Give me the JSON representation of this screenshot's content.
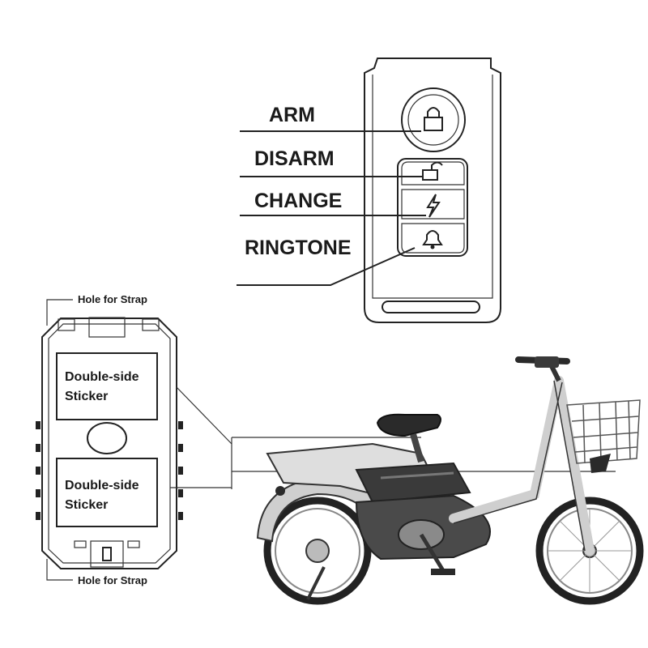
{
  "remote": {
    "labels": {
      "arm": "ARM",
      "disarm": "DISARM",
      "change": "CHANGE",
      "ringtone": "RINGTONE"
    },
    "icons": [
      "lock-icon",
      "unlock-icon",
      "lightning-icon",
      "bell-icon"
    ]
  },
  "alarm_unit": {
    "hole_top": "Hole for Strap",
    "hole_bottom": "Hole for Strap",
    "sticker_top_line1": "Double-side",
    "sticker_top_line2": "Sticker",
    "sticker_bottom_line1": "Double-side",
    "sticker_bottom_line2": "Sticker"
  },
  "colors": {
    "ink": "#1a1a1a",
    "bike_frame": "#d8d8d8",
    "bike_dark": "#2a2a2a"
  }
}
